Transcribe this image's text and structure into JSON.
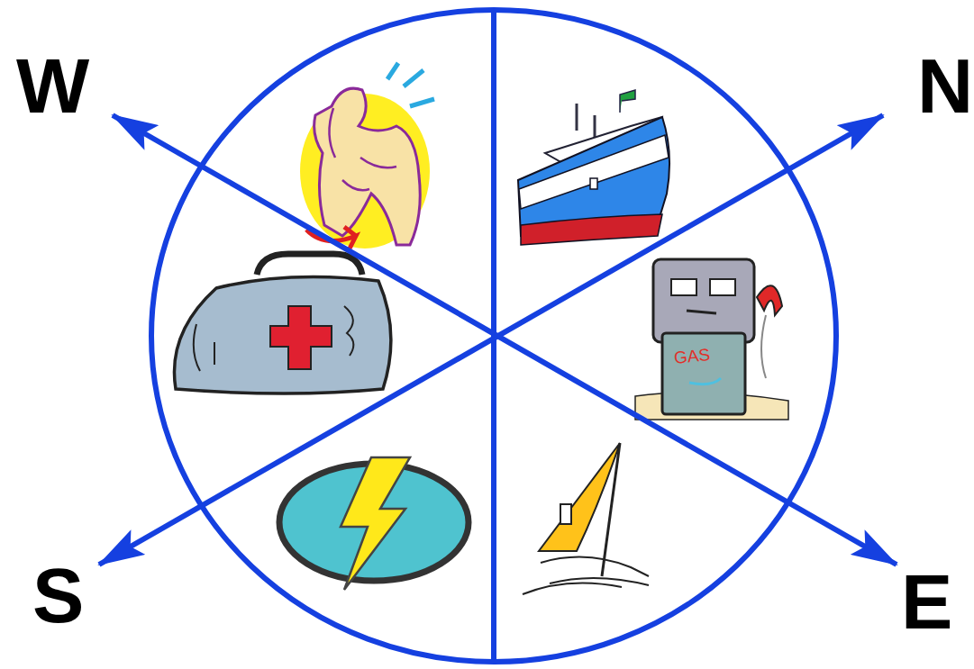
{
  "diagram": {
    "labels": [
      "W",
      "N",
      "S",
      "E",
      "GAS"
    ]
  }
}
